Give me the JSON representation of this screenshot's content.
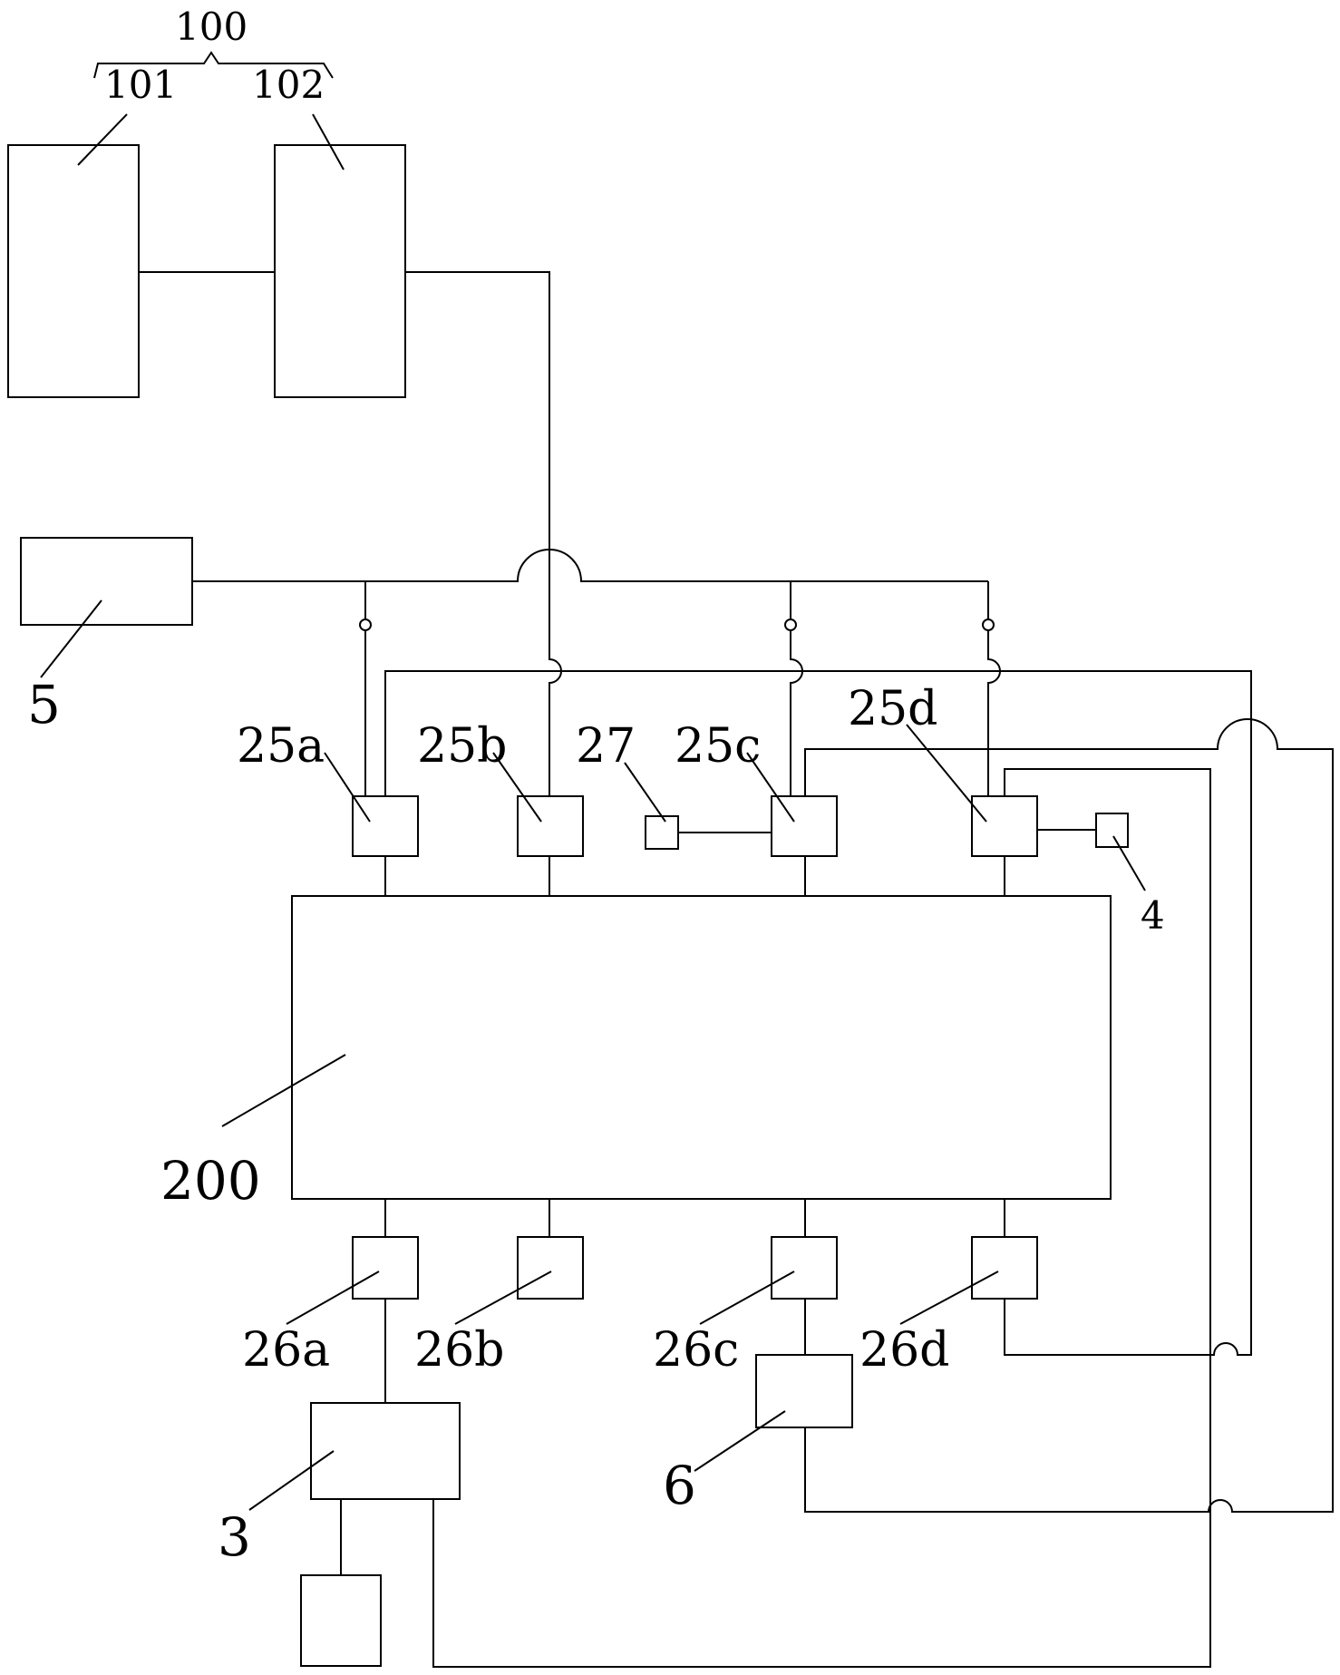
{
  "labels": {
    "system": "100",
    "unit_101": "101",
    "unit_102": "102",
    "unit_5": "5",
    "valve_25a": "25a",
    "valve_25b": "25b",
    "unit_27": "27",
    "valve_25c": "25c",
    "valve_25d": "25d",
    "unit_4": "4",
    "main_200": "200",
    "valve_26a": "26a",
    "valve_26b": "26b",
    "valve_26c": "26c",
    "valve_26d": "26d",
    "unit_3": "3",
    "unit_6": "6"
  }
}
